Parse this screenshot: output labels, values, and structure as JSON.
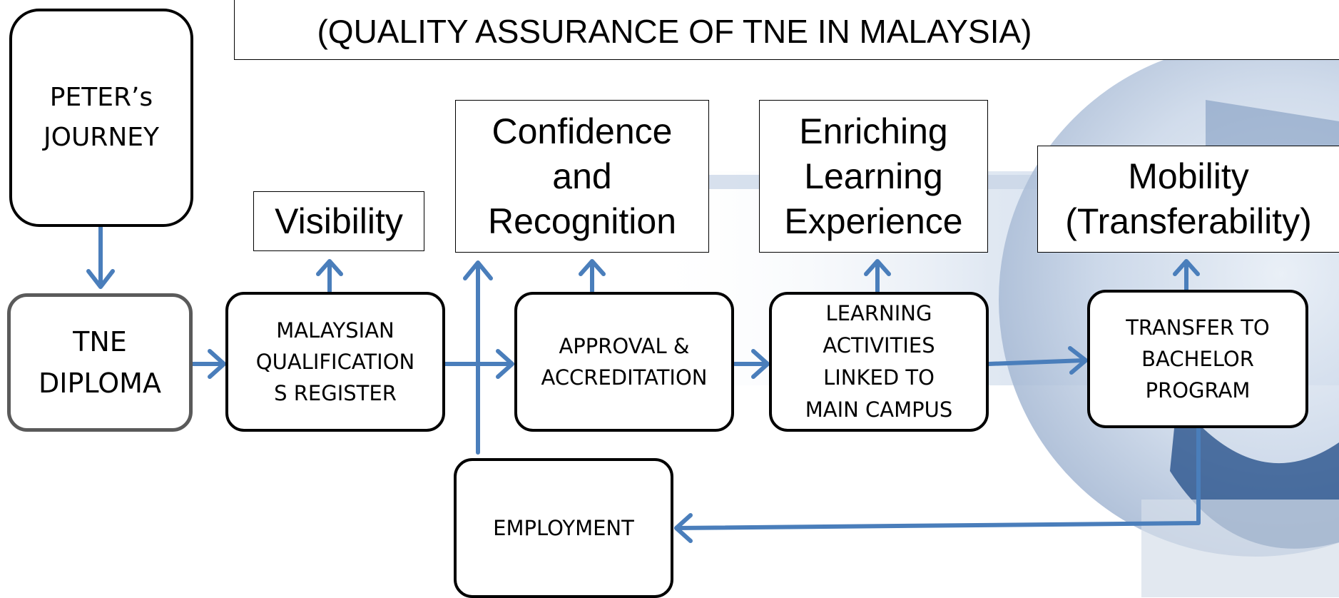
{
  "title": "(QUALITY ASSURANCE OF TNE IN MALAYSIA)",
  "journey_box": "PETER’s\nJOURNEY",
  "process_steps": {
    "tne_diploma": "TNE\nDIPLOMA",
    "mqr": "MALAYSIAN\nQUALIFICATION\nS REGISTER",
    "approval": "APPROVAL &\nACCREDITATION",
    "learning": "LEARNING\nACTIVITIES\nLINKED TO\nMAIN CAMPUS",
    "transfer": "TRANSFER TO\nBACHELOR\nPROGRAM",
    "employment": "EMPLOYMENT"
  },
  "outcomes": {
    "visibility": "Visibility",
    "confidence": "Confidence\nand\nRecognition",
    "enriching": "Enriching\nLearning\nExperience",
    "mobility": "Mobility\n(Transferability)"
  },
  "colors": {
    "arrow": "#4a7ebb",
    "border": "#000000",
    "border_gray": "#5a5a5a"
  }
}
